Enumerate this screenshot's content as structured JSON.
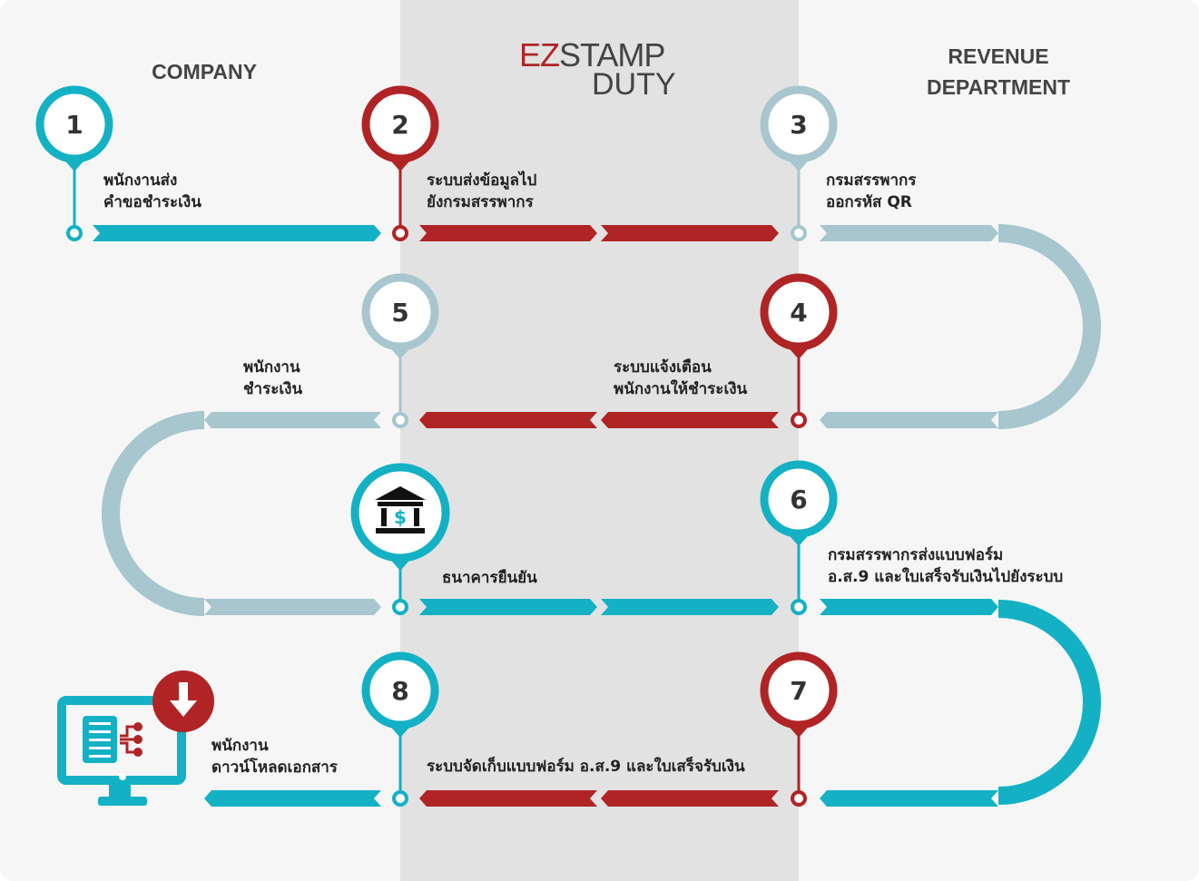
{
  "headers": {
    "company": "COMPANY",
    "revenue": "REVENUE\nDEPARTMENT"
  },
  "logo": {
    "ez": "EZ",
    "stamp": "STAMP",
    "duty": "DUTY"
  },
  "colors": {
    "teal": "#14b1c5",
    "red": "#b02426",
    "grey": "#a7c6ce"
  },
  "steps": [
    {
      "num": "1",
      "label": "พนักงานส่ง\nคำขอชำระเงิน"
    },
    {
      "num": "2",
      "label": "ระบบส่งข้อมูลไป\nยังกรมสรรพากร"
    },
    {
      "num": "3",
      "label": "กรมสรรพากร\nออกรหัส QR"
    },
    {
      "num": "4",
      "label": "ระบบแจ้งเตือน\nพนักงานให้ชำระเงิน"
    },
    {
      "num": "5",
      "label": "พนักงาน\nชำระเงิน"
    },
    {
      "num": "6",
      "label": "กรมสรรพากรส่งแบบฟอร์ม\nอ.ส.9 และใบเสร็จรับเงินไปยังระบบ"
    },
    {
      "num": "7",
      "label": "ระบบจัดเก็บแบบฟอร์ม อ.ส.9 และใบเสร็จรับเงิน"
    },
    {
      "num": "8",
      "label": "พนักงาน\nดาวน์โหลดเอกสาร"
    }
  ],
  "bank": {
    "label": "ธนาคารยืนยัน",
    "icon": "bank-dollar-icon"
  }
}
